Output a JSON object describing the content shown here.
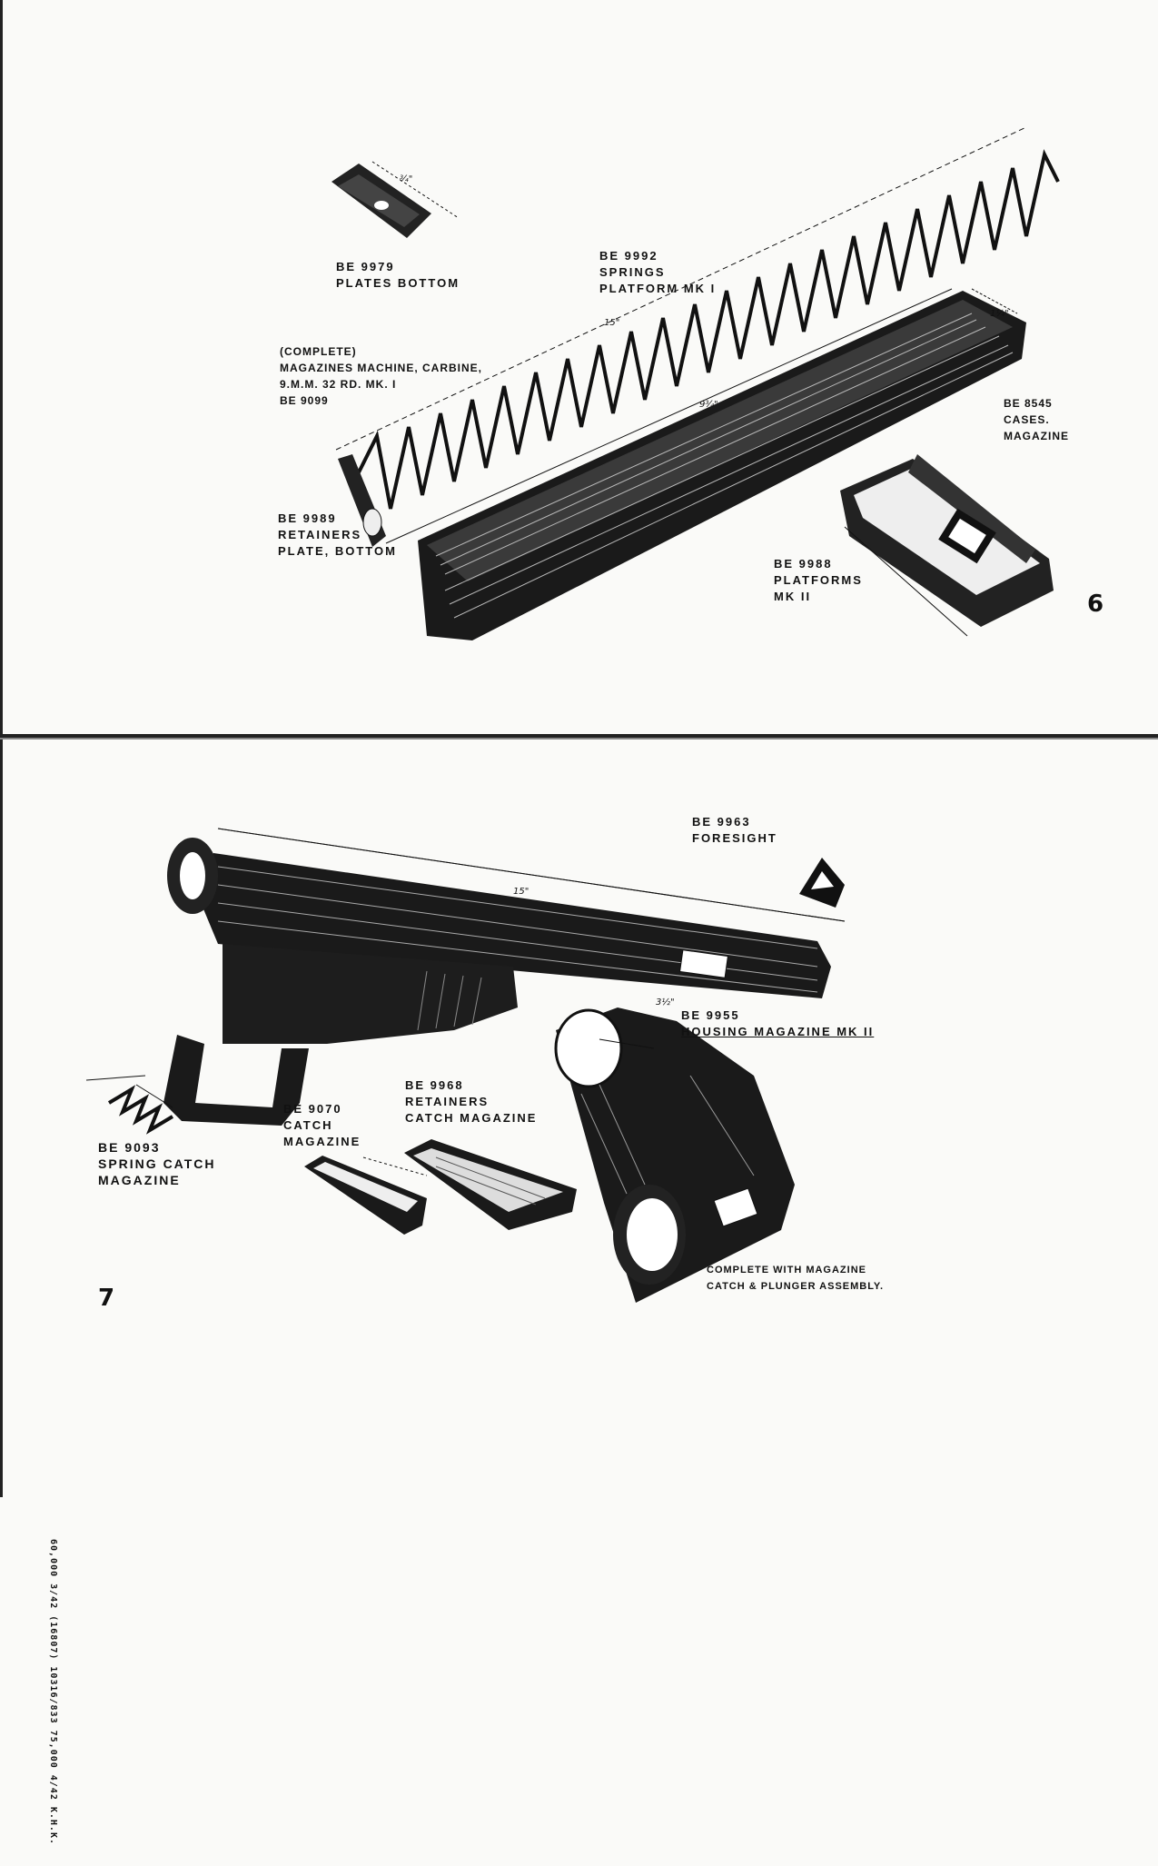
{
  "upper_page": {
    "page_number": "6",
    "labels": {
      "plates_bottom": [
        "BE 9979",
        "PLATES BOTTOM"
      ],
      "springs_platform": [
        "BE 9992",
        "SPRINGS",
        "PLATFORM MK I"
      ],
      "magazine_complete": [
        "(COMPLETE)",
        "MAGAZINES MACHINE, CARBINE,",
        "9.M.M. 32 RD. MK. I",
        "BE 9099"
      ],
      "cases_magazine": [
        "BE 8545",
        "CASES.",
        "MAGAZINE"
      ],
      "retainers_plate": [
        "BE 9989",
        "RETAINERS",
        "PLATE, BOTTOM"
      ],
      "platforms_mk2": [
        "BE 9988",
        "PLATFORMS",
        "MK II"
      ]
    },
    "dimensions": {
      "spring_length": "15\"",
      "case_length": "9¾\"",
      "plate_width": "¾\"",
      "case_width": "1¼\""
    }
  },
  "lower_page": {
    "page_number": "7",
    "side_note": "60,000 3/42 (16807) 10316/833 75,000 4/42 K.H.K.",
    "labels": {
      "foresight": [
        "BE 9963",
        "FORESIGHT"
      ],
      "housing_magazine": [
        "BE 9955",
        "HOUSING MAGAZINE MK II"
      ],
      "spring_catch": [
        "BE 9093",
        "SPRING CATCH",
        "MAGAZINE"
      ],
      "catch_magazine": [
        "BE 9070",
        "CATCH",
        "MAGAZINE"
      ],
      "retainers_catch": [
        "BE 9968",
        "RETAINERS",
        "CATCH MAGAZINE"
      ],
      "assembly_note": [
        "COMPLETE WITH MAGAZINE",
        "CATCH & PLUNGER ASSEMBLY."
      ]
    },
    "dimensions": {
      "barrel_length": "15\"",
      "housing_dia": "3½\""
    }
  }
}
